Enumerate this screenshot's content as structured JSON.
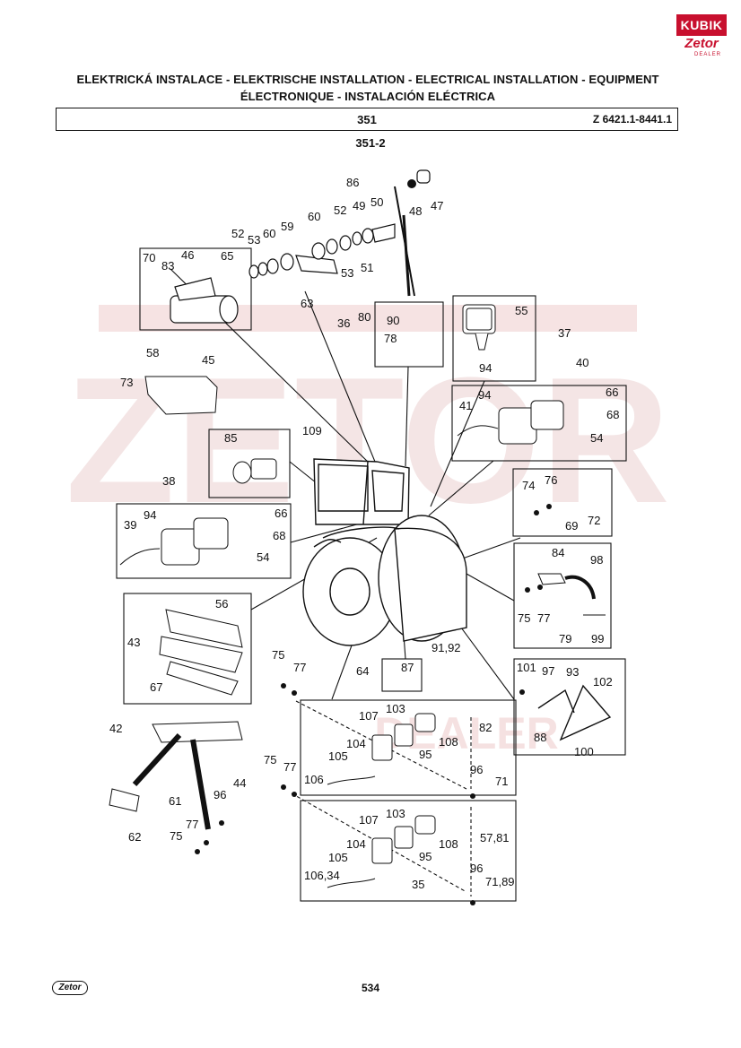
{
  "header": {
    "title_line1": "ELEKTRICKÁ INSTALACE - ELEKTRISCHE INSTALLATION - ELECTRICAL INSTALLATION - EQUIPMENT",
    "title_line2": "ÉLECTRONIQUE - INSTALACIÓN ELÉCTRICA",
    "section_code": "351",
    "model_ref": "Z 6421.1-8441.1",
    "subsection": "351-2"
  },
  "logo": {
    "top": "KUBIK",
    "brand": "Zetor",
    "sub": "DEALER"
  },
  "footer": {
    "page_number": "534",
    "logo_text": "Zetor"
  },
  "watermark": {
    "text": "ZETOR",
    "sub": "DEALER",
    "color": "#f3d6d6"
  },
  "callouts": {
    "c70": "70",
    "c83": "83",
    "c46": "46",
    "c65": "65",
    "c45": "45",
    "c52a": "52",
    "c53a": "53",
    "c60a": "60",
    "c59": "59",
    "c60b": "60",
    "c52b": "52",
    "c49": "49",
    "c50": "50",
    "c53b": "53",
    "c51": "51",
    "c63": "63",
    "c36": "36",
    "c80": "80",
    "c86": "86",
    "c48": "48",
    "c47": "47",
    "c90": "90",
    "c78": "78",
    "c55": "55",
    "c37": "37",
    "c94a": "94",
    "c58": "58",
    "c73": "73",
    "c40": "40",
    "c94b": "94",
    "c41": "41",
    "c66a": "66",
    "c68a": "68",
    "c54a": "54",
    "c85": "85",
    "c109": "109",
    "c38": "38",
    "c39": "39",
    "c94c": "94",
    "c66b": "66",
    "c68b": "68",
    "c54b": "54",
    "c74": "74",
    "c76": "76",
    "c69": "69",
    "c72": "72",
    "c84": "84",
    "c98": "98",
    "c75a": "75",
    "c77a": "77",
    "c79": "79",
    "c99": "99",
    "c56": "56",
    "c43": "43",
    "c67": "67",
    "c42": "42",
    "c75b": "75",
    "c77b": "77",
    "c64": "64",
    "c87": "87",
    "c9192": "91,92",
    "c101": "101",
    "c97": "97",
    "c93": "93",
    "c102": "102",
    "c88": "88",
    "c100": "100",
    "c107a": "107",
    "c103a": "103",
    "c82": "82",
    "c104a": "104",
    "c108a": "108",
    "c105a": "105",
    "c95a": "95",
    "c106a": "106",
    "c96a": "96",
    "c71": "71",
    "c75c": "75",
    "c77c": "77",
    "c44": "44",
    "c96b": "96",
    "c61": "61",
    "c62": "62",
    "c77d": "77",
    "c75d": "75",
    "c107b": "107",
    "c103b": "103",
    "c104b": "104",
    "c108b": "108",
    "c5781": "57,81",
    "c105b": "105",
    "c95b": "95",
    "c10634": "106,34",
    "c35": "35",
    "c96c": "96",
    "c7189": "71,89"
  }
}
